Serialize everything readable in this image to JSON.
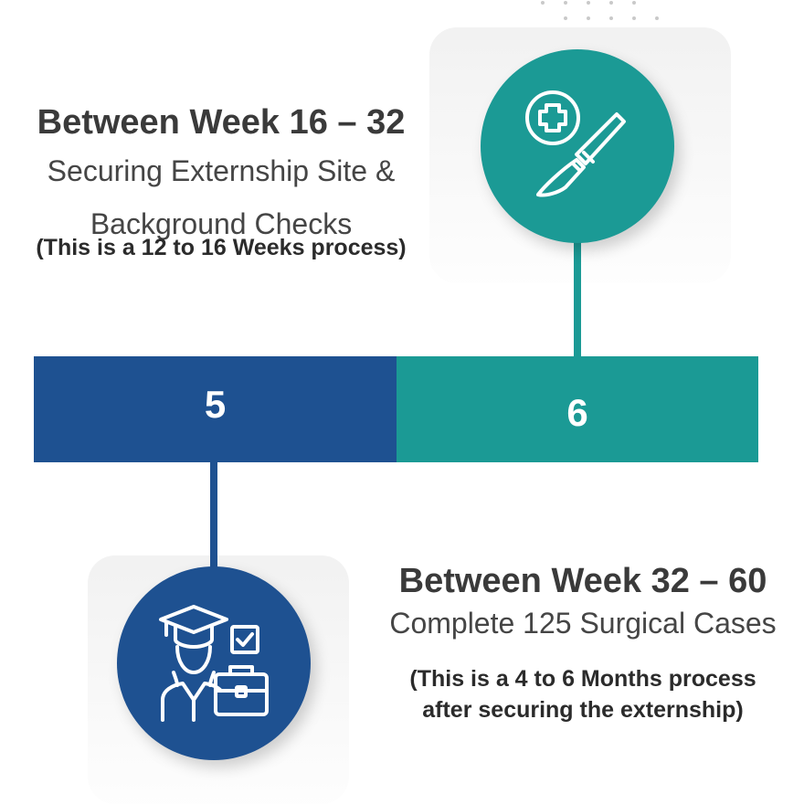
{
  "stage_5": {
    "number": "5",
    "heading": "Between Week 32 – 60",
    "subtitle": "Complete 125 Surgical Cases",
    "note_line1": "(This is a 4 to 6 Months process",
    "note_line2": "after securing the externship)",
    "color": "#1e5191",
    "icon": "graduate-with-briefcase-icon"
  },
  "stage_6": {
    "number": "6",
    "heading": "Between Week 16 – 32",
    "subtitle_line1": "Securing Externship Site &",
    "subtitle_line2": "Background Checks",
    "note": "(This is a 12 to 16 Weeks process)",
    "color": "#1b9a95",
    "icon": "scalpel-with-medical-cross-icon"
  }
}
